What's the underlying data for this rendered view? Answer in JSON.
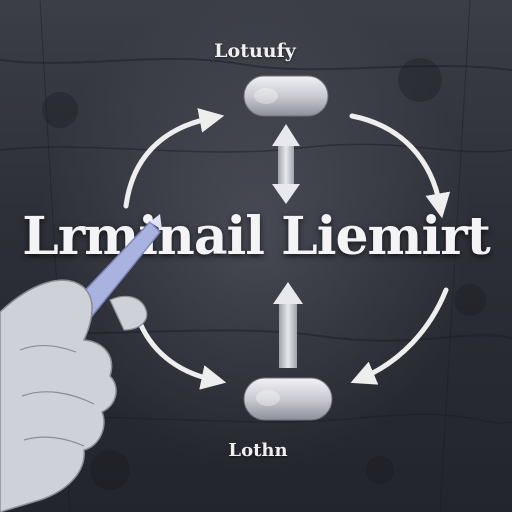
{
  "labels": {
    "top": "Lotuufy",
    "headline": "Lrminail Liemirt",
    "bottom": "Lothn"
  },
  "icons": {
    "top_block": "cylinder-icon",
    "bottom_block": "cylinder-icon",
    "cycle_arrows": "circular-arrow-icon",
    "vertical_arrows": "double-arrow-icon",
    "hand": "hand-with-pen-icon"
  },
  "colors": {
    "background": "#2c2f37",
    "text": "#f4f4f6",
    "arrow": "#eeeeee",
    "block": "#d9dadf",
    "pen": "#aab2e0"
  }
}
